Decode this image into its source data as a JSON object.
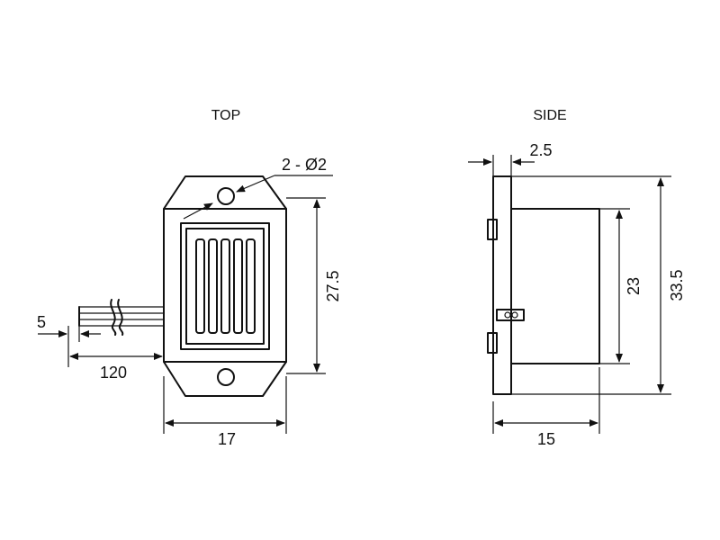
{
  "views": {
    "top": {
      "title": "TOP"
    },
    "side": {
      "title": "SIDE"
    }
  },
  "dimensions": {
    "hole_spec": "2 - Ø2",
    "lead_strip": "5",
    "lead_length": "120",
    "top_width": "17",
    "top_height": "27.5",
    "flange_thickness": "2.5",
    "body_height": "23",
    "overall_height": "33.5",
    "side_depth": "15"
  }
}
